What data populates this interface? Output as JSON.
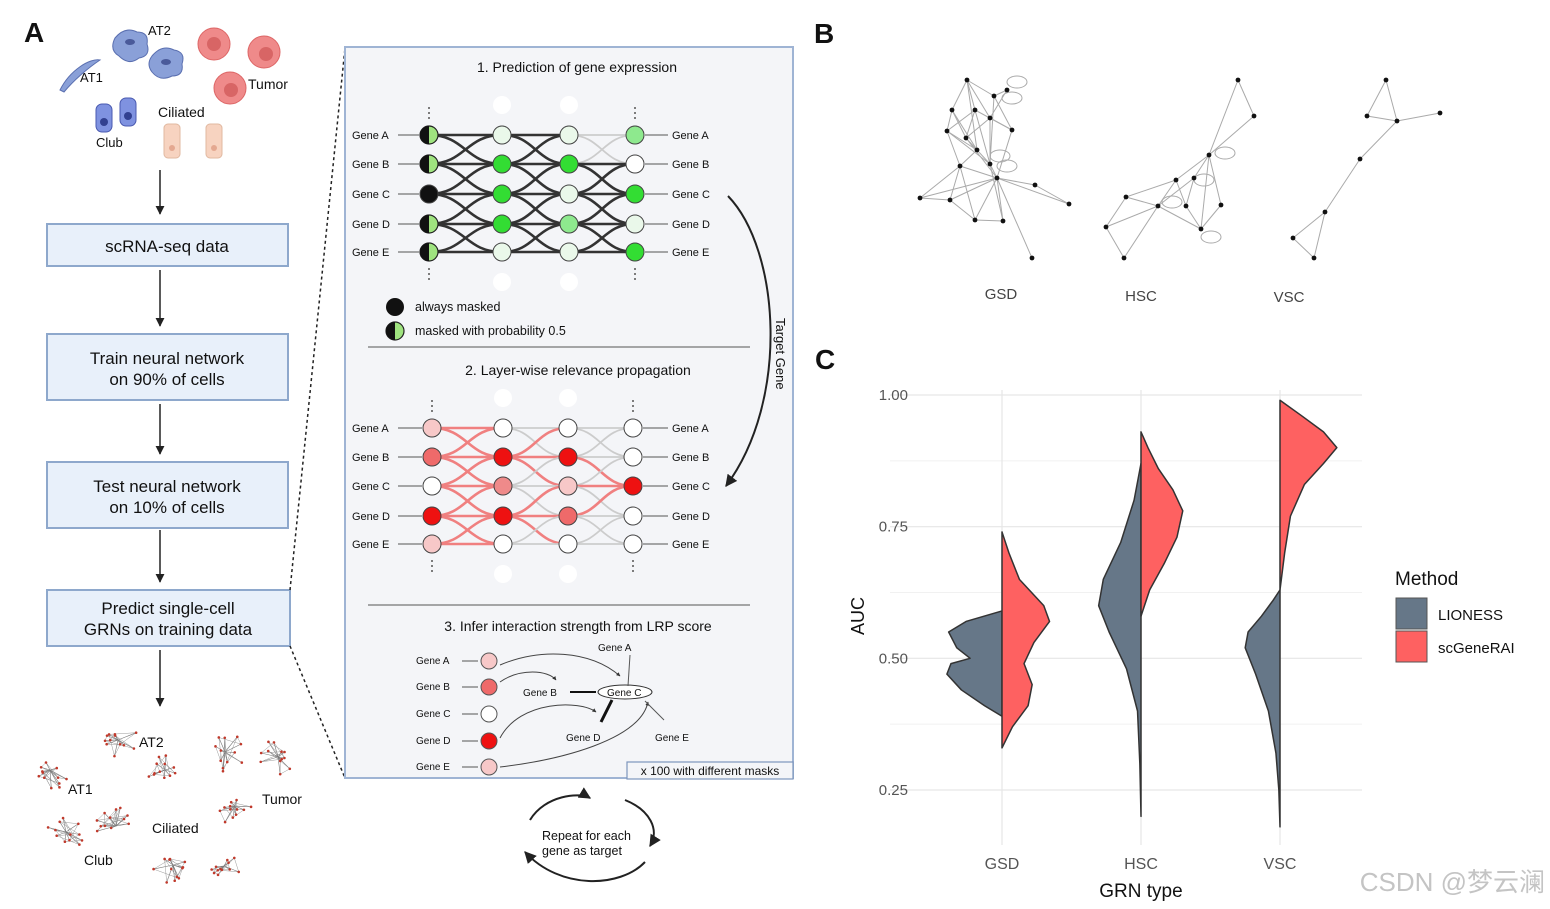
{
  "panel_labels": {
    "a": "A",
    "b": "B",
    "c": "C"
  },
  "cell_types": {
    "at2": "AT2",
    "at1": "AT1",
    "tumor": "Tumor",
    "ciliated": "Ciliated",
    "club": "Club"
  },
  "workflow": {
    "step1": "scRNA-seq data",
    "step2_line1": "Train neural network",
    "step2_line2": "on 90% of cells",
    "step3_line1": "Test neural network",
    "step3_line2": "on 10% of cells",
    "step4_line1": "Predict single-cell",
    "step4_line2": "GRNs on training data"
  },
  "detail": {
    "section1_title": "1. Prediction of gene expression",
    "section2_title": "2. Layer-wise relevance propagation",
    "section3_title": "3. Infer interaction strength from LRP score",
    "genes": [
      "Gene A",
      "Gene B",
      "Gene C",
      "Gene D",
      "Gene E"
    ],
    "legend_always": "always masked",
    "legend_prob": "masked with probability 0.5",
    "target_gene": "Target Gene",
    "node_gene_b": "Gene B",
    "node_gene_c": "Gene C",
    "node_gene_d": "Gene D",
    "node_gene_e": "Gene E",
    "node_gene_a": "Gene A",
    "repeat_note": "x 100 with different masks",
    "cycle_line1": "Repeat for each",
    "cycle_line2": "gene as target"
  },
  "network_labels": [
    "GSD",
    "HSC",
    "VSC"
  ],
  "chart_data": {
    "type": "violin",
    "title": "",
    "xlabel": "GRN type",
    "ylabel": "AUC",
    "categories": [
      "GSD",
      "HSC",
      "VSC"
    ],
    "yticks": [
      0.25,
      0.5,
      0.75,
      1.0
    ],
    "ytick_labels": [
      "0.25",
      "0.50",
      "0.75",
      "1.00"
    ],
    "ylim": [
      0.19,
      1.0
    ],
    "legend_title": "Method",
    "legend_position": "right",
    "grid": true,
    "series": [
      {
        "name": "LIONESS",
        "color": "#667788",
        "side": "left",
        "ranges": [
          [
            0.39,
            0.59
          ],
          [
            0.2,
            0.87
          ],
          [
            0.18,
            0.63
          ]
        ],
        "profiles": [
          [
            [
              0.39,
              0.0
            ],
            [
              0.41,
              0.3
            ],
            [
              0.44,
              0.7
            ],
            [
              0.47,
              0.95
            ],
            [
              0.49,
              0.88
            ],
            [
              0.5,
              0.55
            ],
            [
              0.52,
              0.78
            ],
            [
              0.55,
              0.92
            ],
            [
              0.57,
              0.62
            ],
            [
              0.59,
              0.0
            ]
          ],
          [
            [
              0.2,
              0.0
            ],
            [
              0.3,
              0.02
            ],
            [
              0.4,
              0.06
            ],
            [
              0.48,
              0.25
            ],
            [
              0.55,
              0.55
            ],
            [
              0.6,
              0.73
            ],
            [
              0.65,
              0.65
            ],
            [
              0.72,
              0.35
            ],
            [
              0.8,
              0.12
            ],
            [
              0.87,
              0.0
            ]
          ],
          [
            [
              0.18,
              0.0
            ],
            [
              0.25,
              0.02
            ],
            [
              0.32,
              0.07
            ],
            [
              0.4,
              0.2
            ],
            [
              0.47,
              0.42
            ],
            [
              0.52,
              0.6
            ],
            [
              0.55,
              0.55
            ],
            [
              0.58,
              0.32
            ],
            [
              0.61,
              0.12
            ],
            [
              0.63,
              0.0
            ]
          ]
        ]
      },
      {
        "name": "scGeneRAI",
        "color": "#fe6161",
        "side": "right",
        "ranges": [
          [
            0.33,
            0.74
          ],
          [
            0.58,
            0.93
          ],
          [
            0.63,
            0.99
          ]
        ],
        "profiles": [
          [
            [
              0.33,
              0.0
            ],
            [
              0.37,
              0.18
            ],
            [
              0.41,
              0.45
            ],
            [
              0.45,
              0.52
            ],
            [
              0.49,
              0.38
            ],
            [
              0.53,
              0.55
            ],
            [
              0.57,
              0.82
            ],
            [
              0.6,
              0.72
            ],
            [
              0.65,
              0.3
            ],
            [
              0.7,
              0.12
            ],
            [
              0.74,
              0.0
            ]
          ],
          [
            [
              0.58,
              0.0
            ],
            [
              0.63,
              0.15
            ],
            [
              0.68,
              0.4
            ],
            [
              0.73,
              0.62
            ],
            [
              0.78,
              0.72
            ],
            [
              0.82,
              0.55
            ],
            [
              0.86,
              0.3
            ],
            [
              0.9,
              0.12
            ],
            [
              0.93,
              0.0
            ]
          ],
          [
            [
              0.63,
              0.0
            ],
            [
              0.7,
              0.08
            ],
            [
              0.77,
              0.18
            ],
            [
              0.83,
              0.42
            ],
            [
              0.87,
              0.75
            ],
            [
              0.9,
              0.98
            ],
            [
              0.93,
              0.75
            ],
            [
              0.96,
              0.38
            ],
            [
              0.99,
              0.0
            ]
          ]
        ]
      }
    ]
  },
  "watermark": "CSDN @梦云澜",
  "colors": {
    "panel_bg": "#f4f5f8",
    "box_fill": "#e8f0fa",
    "box_stroke": "#8ea8cc",
    "green": "#33dd33",
    "red": "#ee1111"
  }
}
